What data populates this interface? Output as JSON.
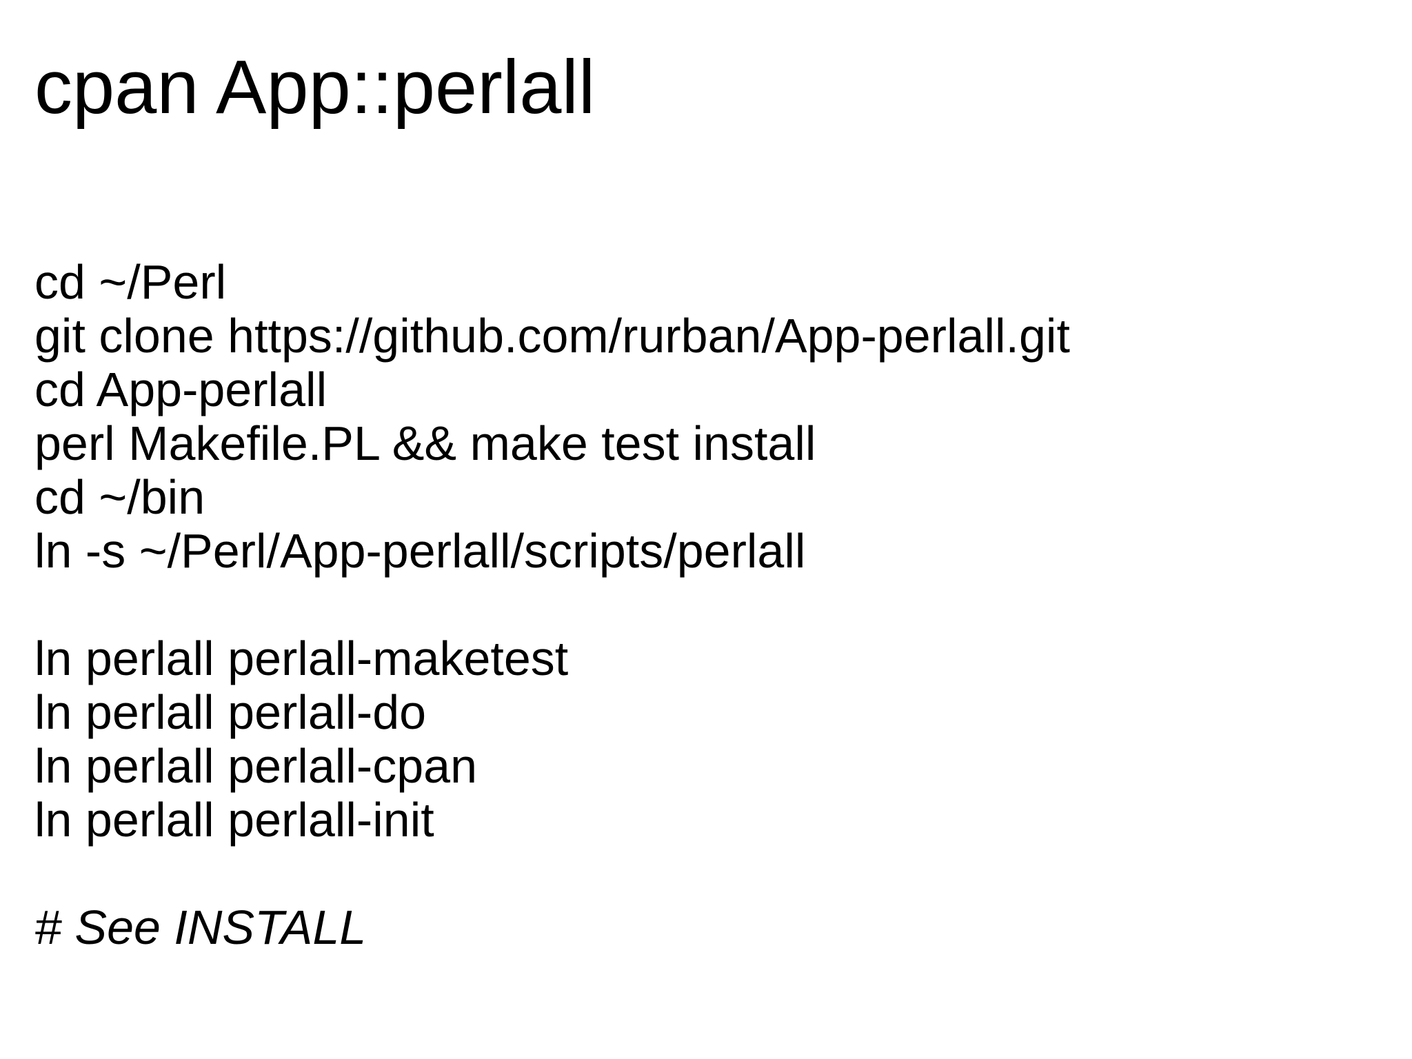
{
  "slide": {
    "title": "cpan App::perlall",
    "install_commands": [
      "cd ~/Perl",
      "git clone https://github.com/rurban/App-perlall.git",
      "cd App-perlall",
      "perl Makefile.PL && make test install",
      "cd ~/bin",
      "ln -s ~/Perl/App-perlall/scripts/perlall"
    ],
    "symlink_commands": [
      "ln perlall perlall-maketest",
      "ln perlall perlall-do",
      "ln perlall perlall-cpan",
      "ln perlall perlall-init"
    ],
    "note": "# See INSTALL",
    "colors": {
      "background": "#ffffff",
      "text": "#000000"
    }
  }
}
